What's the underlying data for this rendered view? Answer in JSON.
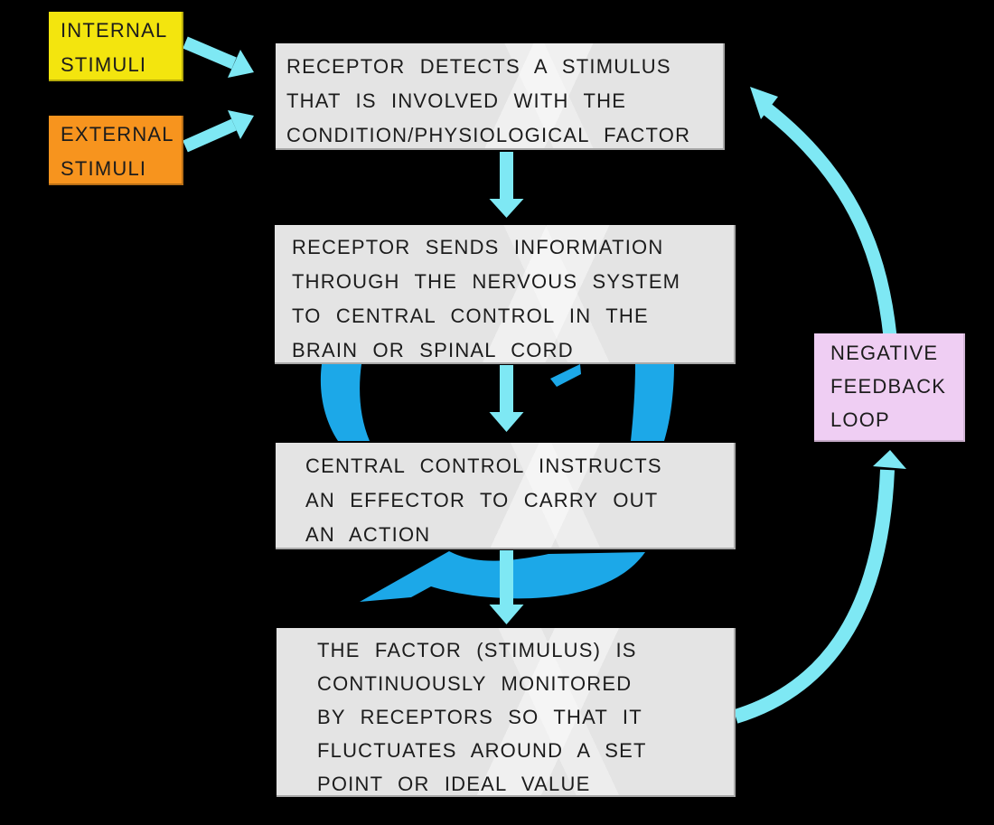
{
  "stimuli": {
    "internal": {
      "lines": [
        "INTERNAL",
        "STIMULI"
      ],
      "color": "#F3E50E"
    },
    "external": {
      "lines": [
        "EXTERNAL",
        "STIMULI"
      ],
      "color": "#F7941E"
    }
  },
  "steps": [
    {
      "name": "receptor-detects",
      "lines": [
        "RECEPTOR DETECTS A STIMULUS",
        "THAT IS INVOLVED WITH THE",
        "CONDITION/PHYSIOLOGICAL FACTOR"
      ]
    },
    {
      "name": "receptor-sends",
      "lines": [
        "RECEPTOR SENDS INFORMATION",
        "THROUGH THE NERVOUS SYSTEM",
        "TO CENTRAL CONTROL IN THE",
        "BRAIN OR SPINAL CORD"
      ]
    },
    {
      "name": "central-control-instructs",
      "lines": [
        "CENTRAL CONTROL INSTRUCTS",
        "AN EFFECTOR TO CARRY OUT",
        "AN ACTION"
      ]
    },
    {
      "name": "factor-monitored",
      "lines": [
        "THE FACTOR (STIMULUS) IS",
        "CONTINUOUSLY MONITORED",
        "BY RECEPTORS SO THAT IT",
        "FLUCTUATES AROUND A SET",
        "POINT OR IDEAL VALUE"
      ]
    }
  ],
  "feedback": {
    "lines": [
      "NEGATIVE",
      "FEEDBACK",
      "LOOP"
    ],
    "color": "#EFCEF3"
  },
  "icons": {
    "straight_arrows": "down-arrow-icon",
    "diagonal_arrows": "right-arrow-icon",
    "loop_arrows": "curved-up-arrow-icon",
    "watermark": "circular-arrow-logo-icon"
  },
  "colors": {
    "background": "#000000",
    "box_gray": "#E4E4E4",
    "box_yellow": "#F3E50E",
    "box_orange": "#F7941E",
    "box_pink": "#EFCEF3",
    "arrow_cyan": "#7EE8F4",
    "watermark_blue": "#1CA8E8",
    "text": "#1C1C1C"
  }
}
